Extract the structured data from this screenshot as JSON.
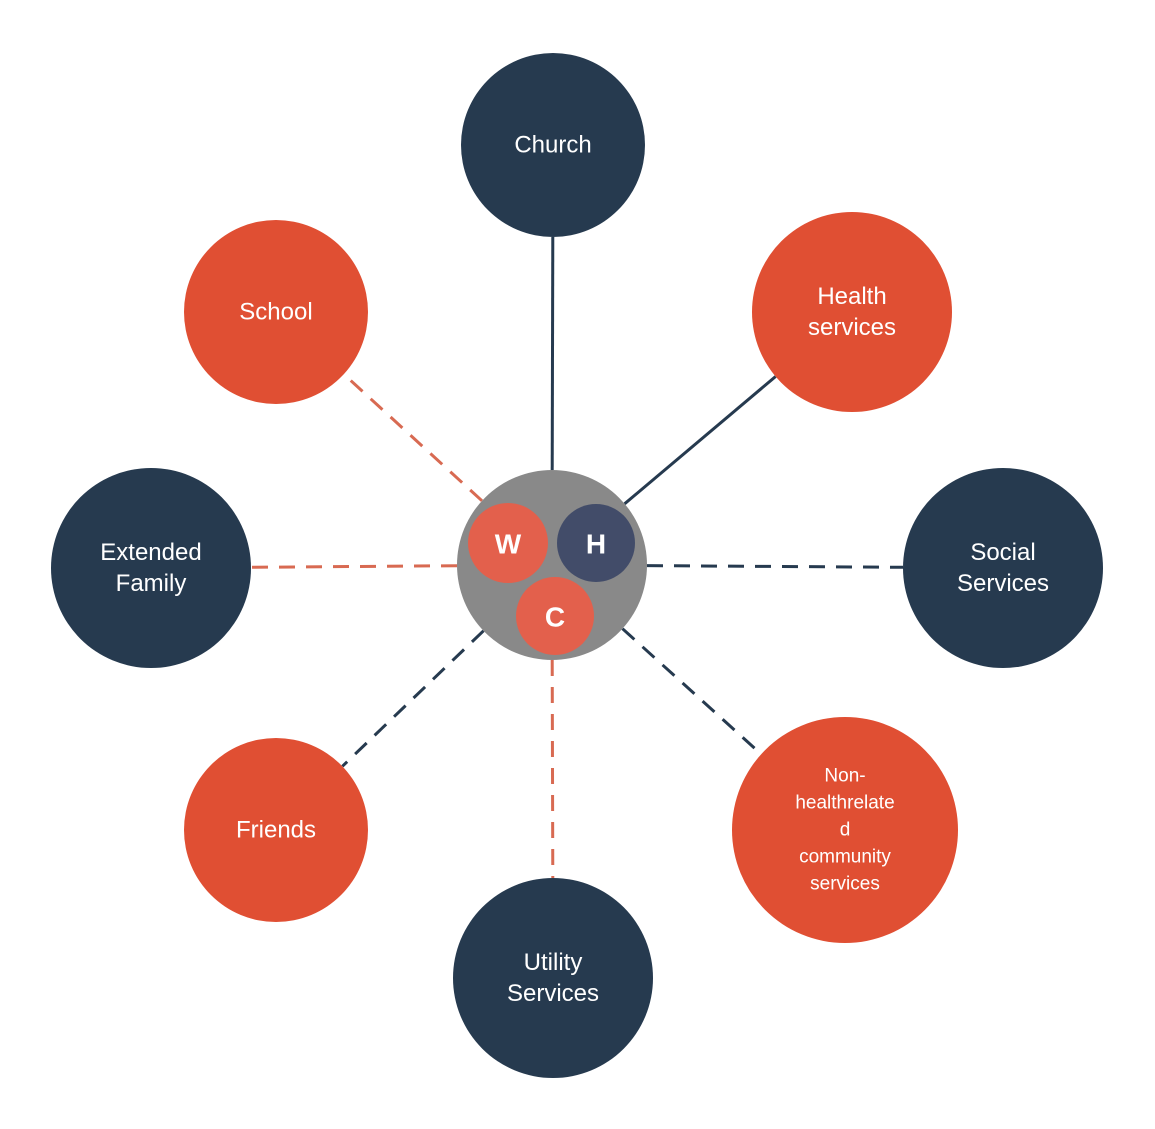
{
  "colors": {
    "navy": "#263a4f",
    "orange": "#e04f33",
    "center_gray": "#898989",
    "member_w": "#e3604c",
    "member_h": "#424c69",
    "member_c": "#e3604c",
    "line_strong": "#263a4f",
    "line_stressed_orange": "#d86a52",
    "line_stressed_navy": "#263a4f"
  },
  "center": {
    "members": [
      {
        "id": "w",
        "label": "W"
      },
      {
        "id": "h",
        "label": "H"
      },
      {
        "id": "c",
        "label": "C"
      }
    ]
  },
  "nodes": [
    {
      "id": "church",
      "lines": [
        "Church"
      ],
      "fill": "navy",
      "connection": "solid",
      "line_color": "line_strong"
    },
    {
      "id": "health",
      "lines": [
        "Health",
        "services"
      ],
      "fill": "orange",
      "connection": "solid",
      "line_color": "line_strong"
    },
    {
      "id": "social",
      "lines": [
        "Social",
        "Services"
      ],
      "fill": "navy",
      "connection": "dashed",
      "line_color": "line_stressed_navy"
    },
    {
      "id": "nonhealth",
      "lines": [
        "Non-",
        "healthrelate",
        "d",
        "community",
        "services"
      ],
      "fill": "orange",
      "connection": "dashed",
      "line_color": "line_stressed_navy",
      "small": true
    },
    {
      "id": "utility",
      "lines": [
        "Utility",
        "Services"
      ],
      "fill": "navy",
      "connection": "dashed",
      "line_color": "line_stressed_orange"
    },
    {
      "id": "friends",
      "lines": [
        "Friends"
      ],
      "fill": "orange",
      "connection": "dashed",
      "line_color": "line_stressed_navy"
    },
    {
      "id": "family",
      "lines": [
        "Extended",
        "Family"
      ],
      "fill": "navy",
      "connection": "dashed",
      "line_color": "line_stressed_orange"
    },
    {
      "id": "school",
      "lines": [
        "School"
      ],
      "fill": "orange",
      "connection": "dashed",
      "line_color": "line_stressed_orange"
    }
  ]
}
